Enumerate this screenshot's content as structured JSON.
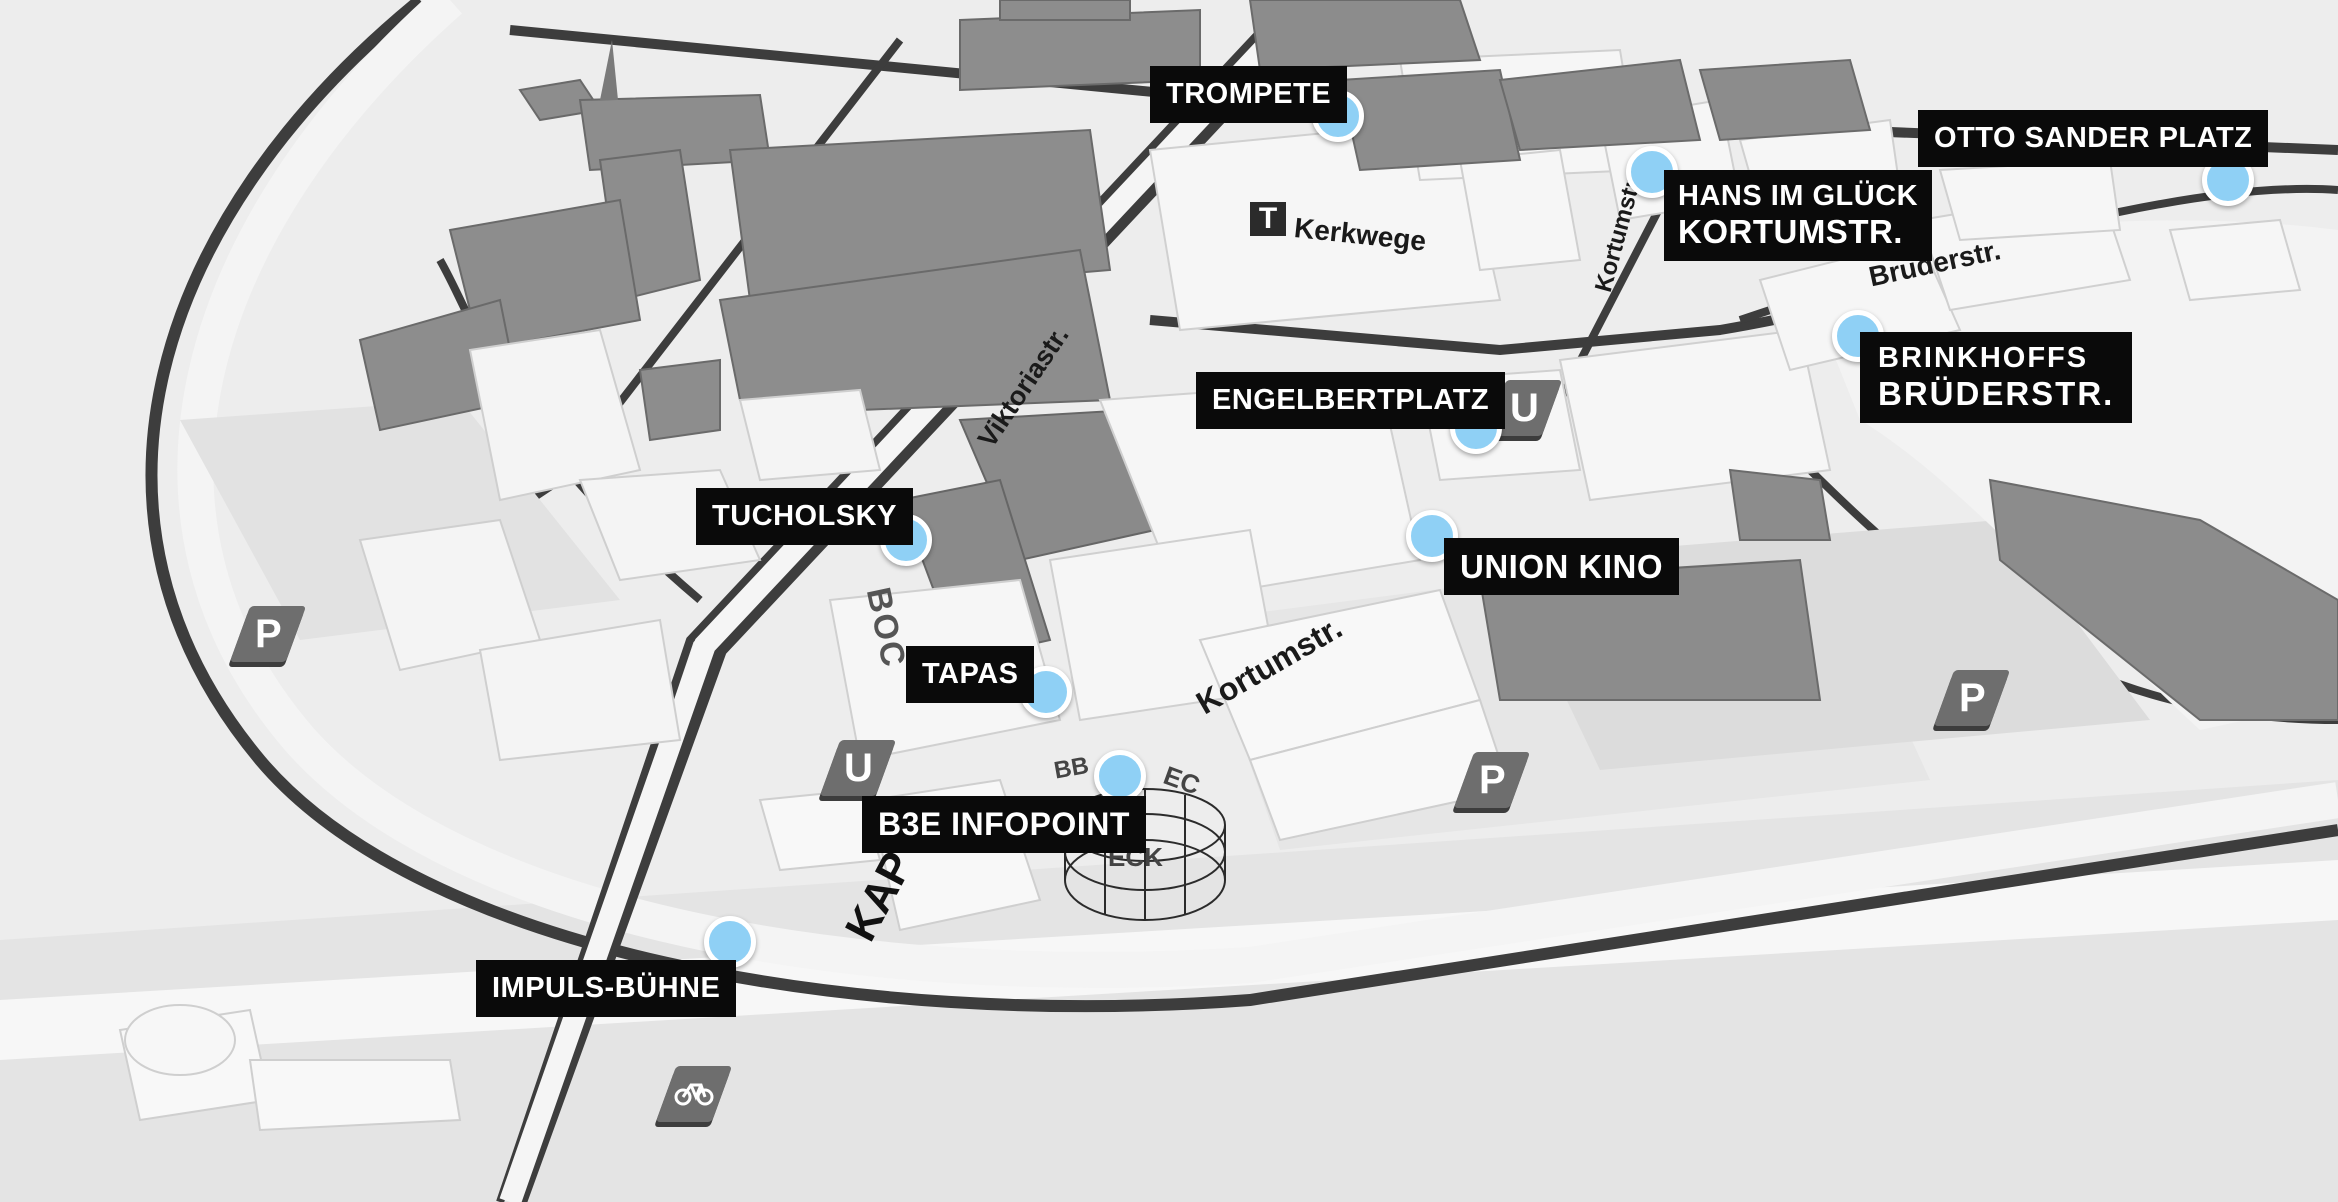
{
  "places": [
    {
      "id": "trompete",
      "lines": [
        "TROMPETE"
      ]
    },
    {
      "id": "hans-im-glueck",
      "lines": [
        "HANS IM GLÜCK",
        "KORTUMSTR."
      ]
    },
    {
      "id": "otto-sander-platz",
      "lines": [
        "OTTO SANDER PLATZ"
      ]
    },
    {
      "id": "brinkhoffs",
      "lines": [
        "BRINKHOFFS",
        "BRÜDERSTR."
      ]
    },
    {
      "id": "engelbertplatz",
      "lines": [
        "ENGELBERTPLATZ"
      ]
    },
    {
      "id": "tucholsky",
      "lines": [
        "TUCHOLSKY"
      ]
    },
    {
      "id": "union-kino",
      "lines": [
        "UNION KINO"
      ]
    },
    {
      "id": "tapas",
      "lines": [
        "TAPAS"
      ]
    },
    {
      "id": "b3e-infopoint",
      "lines": [
        "B3E INFOPOINT"
      ]
    },
    {
      "id": "impuls-buehne",
      "lines": [
        "IMPULS-BÜHNE"
      ]
    }
  ],
  "streets": {
    "kerkwege": "Kerkwege",
    "kortumstr_north": "Kortumstr.",
    "bruderstr": "Bruderstr.",
    "viktoriastr": "Viktoriastr.",
    "kortumstr_south": "Kortumstr."
  },
  "signs": {
    "parking": "P",
    "ubahn": "U",
    "tram": "T"
  },
  "building_text": {
    "kap": "KAP",
    "bochum": "BOC",
    "eck": "ECK",
    "ec": "EC",
    "bb": "BB"
  },
  "colors": {
    "marker": "#8fd0f5",
    "label_bg": "#0a0a0a",
    "label_text": "#ffffff",
    "dark_building": "#8c8c8c",
    "light_building": "#f2f2f2",
    "road": "#3c3c3c",
    "ground": "#ebebeb"
  }
}
